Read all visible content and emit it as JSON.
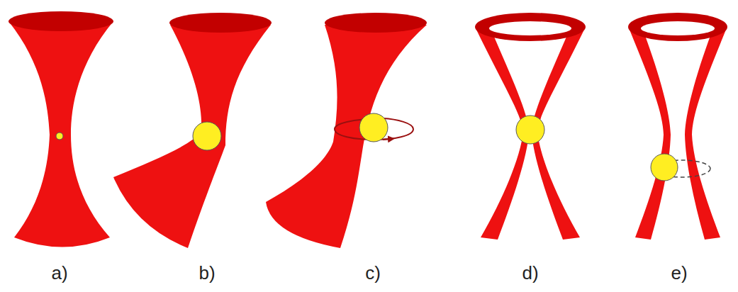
{
  "diagram": {
    "labels": [
      "a)",
      "b)",
      "c)",
      "d)",
      "e)"
    ]
  }
}
